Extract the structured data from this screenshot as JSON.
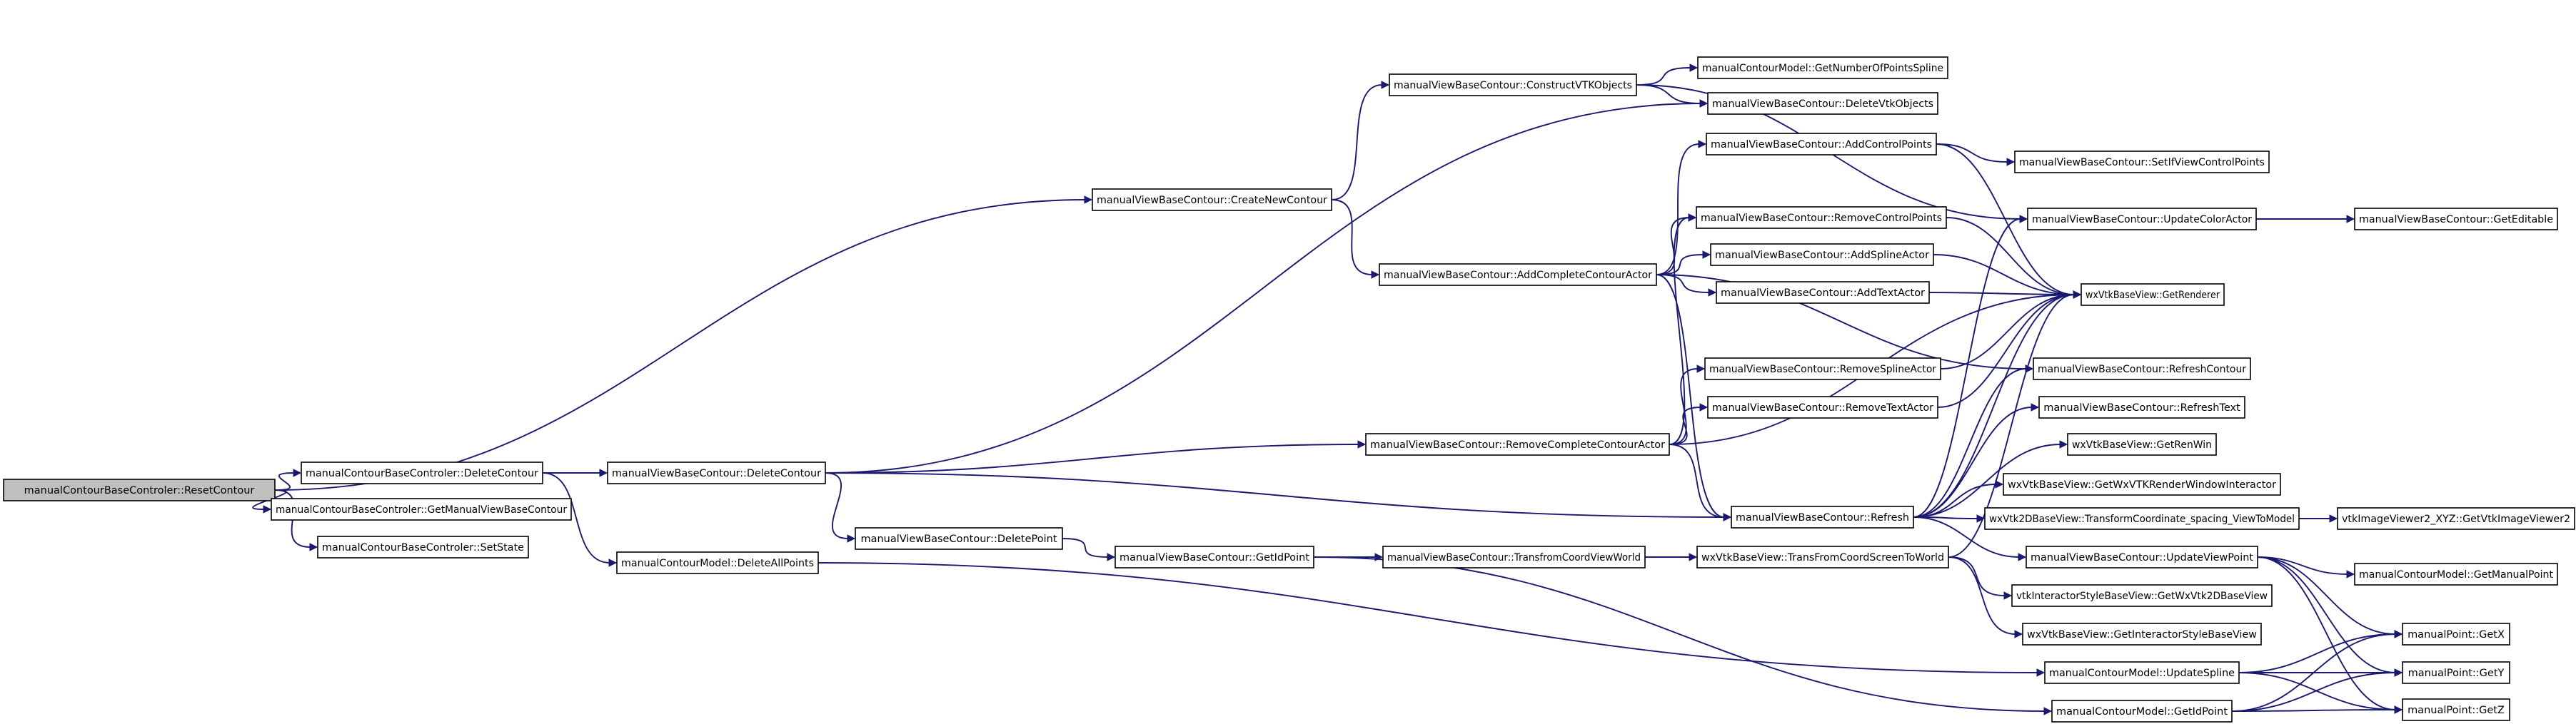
{
  "colors": {
    "edge": "#191970",
    "node_fill": "#ffffff",
    "root_fill": "#bfbfbf",
    "node_border": "#000000",
    "background": "#ffffff"
  },
  "nodes": [
    {
      "id": "n0",
      "label": "manualContourBaseControler::ResetContour",
      "root": true
    },
    {
      "id": "n1",
      "label": "manualContourBaseControler::DeleteContour"
    },
    {
      "id": "n2",
      "label": "manualContourBaseControler::GetManualViewBaseContour"
    },
    {
      "id": "n3",
      "label": "manualContourBaseControler::SetState"
    },
    {
      "id": "n4",
      "label": "manualViewBaseContour::CreateNewContour"
    },
    {
      "id": "n5",
      "label": "manualViewBaseContour::DeleteContour"
    },
    {
      "id": "n6",
      "label": "manualContourModel::DeleteAllPoints"
    },
    {
      "id": "n7",
      "label": "manualViewBaseContour::DeletePoint"
    },
    {
      "id": "n8",
      "label": "manualViewBaseContour::ConstructVTKObjects"
    },
    {
      "id": "n9",
      "label": "manualViewBaseContour::AddCompleteContourActor"
    },
    {
      "id": "n10",
      "label": "manualViewBaseContour::RemoveCompleteContourActor"
    },
    {
      "id": "n11",
      "label": "manualViewBaseContour::GetIdPoint"
    },
    {
      "id": "n12",
      "label": "manualViewBaseContour::TransfromCoordViewWorld"
    },
    {
      "id": "n13",
      "label": "manualContourModel::GetNumberOfPointsSpline"
    },
    {
      "id": "n14",
      "label": "manualViewBaseContour::DeleteVtkObjects"
    },
    {
      "id": "n15",
      "label": "manualViewBaseContour::AddControlPoints"
    },
    {
      "id": "n16",
      "label": "manualViewBaseContour::RemoveControlPoints"
    },
    {
      "id": "n17",
      "label": "manualViewBaseContour::AddSplineActor"
    },
    {
      "id": "n18",
      "label": "manualViewBaseContour::AddTextActor"
    },
    {
      "id": "n19",
      "label": "manualViewBaseContour::RemoveSplineActor"
    },
    {
      "id": "n20",
      "label": "manualViewBaseContour::RemoveTextActor"
    },
    {
      "id": "n21",
      "label": "manualViewBaseContour::Refresh"
    },
    {
      "id": "n22",
      "label": "wxVtkBaseView::TransFromCoordScreenToWorld"
    },
    {
      "id": "n23",
      "label": "manualViewBaseContour::SetIfViewControlPoints"
    },
    {
      "id": "n24",
      "label": "manualViewBaseContour::UpdateColorActor"
    },
    {
      "id": "n25",
      "label": "wxVtkBaseView::GetRenderer"
    },
    {
      "id": "n26",
      "label": "manualViewBaseContour::RefreshContour"
    },
    {
      "id": "n27",
      "label": "manualViewBaseContour::RefreshText"
    },
    {
      "id": "n28",
      "label": "wxVtkBaseView::GetRenWin"
    },
    {
      "id": "n29",
      "label": "wxVtkBaseView::GetWxVTKRenderWindowInteractor"
    },
    {
      "id": "n30",
      "label": "wxVtk2DBaseView::TransformCoordinate_spacing_ViewToModel"
    },
    {
      "id": "n31",
      "label": "manualViewBaseContour::UpdateViewPoint"
    },
    {
      "id": "n32",
      "label": "vtkInteractorStyleBaseView::GetWxVtk2DBaseView"
    },
    {
      "id": "n33",
      "label": "wxVtkBaseView::GetInteractorStyleBaseView"
    },
    {
      "id": "n34",
      "label": "manualContourModel::UpdateSpline"
    },
    {
      "id": "n35",
      "label": "manualContourModel::GetIdPoint"
    },
    {
      "id": "n36",
      "label": "manualViewBaseContour::GetEditable"
    },
    {
      "id": "n37",
      "label": "vtkImageViewer2_XYZ::GetVtkImageViewer2"
    },
    {
      "id": "n38",
      "label": "manualContourModel::GetManualPoint"
    },
    {
      "id": "n39",
      "label": "manualPoint::GetX"
    },
    {
      "id": "n40",
      "label": "manualPoint::GetY"
    },
    {
      "id": "n41",
      "label": "manualPoint::GetZ"
    }
  ],
  "edges": [
    [
      "n0",
      "n1"
    ],
    [
      "n0",
      "n2"
    ],
    [
      "n0",
      "n3"
    ],
    [
      "n0",
      "n4"
    ],
    [
      "n1",
      "n5"
    ],
    [
      "n1",
      "n6"
    ],
    [
      "n4",
      "n8"
    ],
    [
      "n4",
      "n9"
    ],
    [
      "n5",
      "n14"
    ],
    [
      "n5",
      "n7"
    ],
    [
      "n5",
      "n10"
    ],
    [
      "n5",
      "n21"
    ],
    [
      "n6",
      "n34"
    ],
    [
      "n7",
      "n11"
    ],
    [
      "n8",
      "n13"
    ],
    [
      "n8",
      "n14"
    ],
    [
      "n8",
      "n24"
    ],
    [
      "n9",
      "n15"
    ],
    [
      "n9",
      "n16"
    ],
    [
      "n9",
      "n17"
    ],
    [
      "n9",
      "n18"
    ],
    [
      "n9",
      "n26"
    ],
    [
      "n9",
      "n21"
    ],
    [
      "n10",
      "n16"
    ],
    [
      "n10",
      "n19"
    ],
    [
      "n10",
      "n20"
    ],
    [
      "n10",
      "n25"
    ],
    [
      "n10",
      "n21"
    ],
    [
      "n11",
      "n12"
    ],
    [
      "n11",
      "n35"
    ],
    [
      "n12",
      "n22"
    ],
    [
      "n15",
      "n23"
    ],
    [
      "n15",
      "n25"
    ],
    [
      "n16",
      "n25"
    ],
    [
      "n17",
      "n25"
    ],
    [
      "n18",
      "n25"
    ],
    [
      "n19",
      "n25"
    ],
    [
      "n20",
      "n25"
    ],
    [
      "n21",
      "n24"
    ],
    [
      "n21",
      "n25"
    ],
    [
      "n21",
      "n26"
    ],
    [
      "n21",
      "n27"
    ],
    [
      "n21",
      "n28"
    ],
    [
      "n21",
      "n29"
    ],
    [
      "n21",
      "n30"
    ],
    [
      "n21",
      "n31"
    ],
    [
      "n22",
      "n25"
    ],
    [
      "n22",
      "n32"
    ],
    [
      "n22",
      "n33"
    ],
    [
      "n24",
      "n36"
    ],
    [
      "n30",
      "n37"
    ],
    [
      "n31",
      "n38"
    ],
    [
      "n31",
      "n39"
    ],
    [
      "n31",
      "n40"
    ],
    [
      "n31",
      "n41"
    ],
    [
      "n34",
      "n39"
    ],
    [
      "n34",
      "n40"
    ],
    [
      "n34",
      "n41"
    ],
    [
      "n35",
      "n39"
    ],
    [
      "n35",
      "n40"
    ],
    [
      "n35",
      "n41"
    ]
  ]
}
